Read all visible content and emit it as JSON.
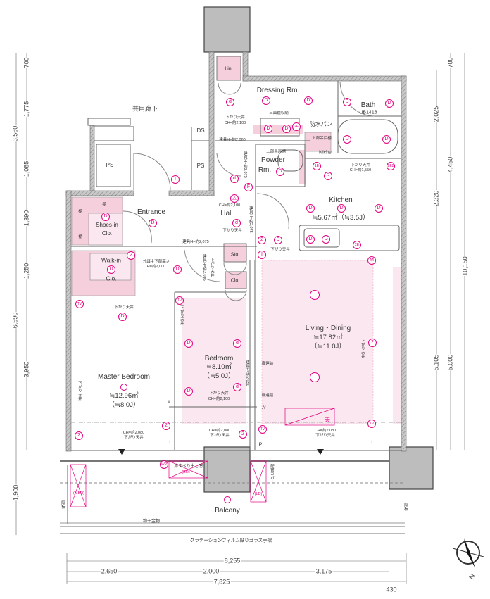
{
  "title": "Floor plan",
  "rooms": {
    "corridor": "共用廊下",
    "ds": "DS",
    "ps": "PS",
    "linen": "Lin.",
    "dressing": "Dressing Rm.",
    "bath": "Bath",
    "bath_unit": "UB1418",
    "niche": "Niche",
    "powder_1": "Powder",
    "powder_2": "Rm.",
    "kitchen": "Kitchen",
    "kitchen_area": "≒5.67㎡（≒3.5J）",
    "entrance": "Entrance",
    "hall": "Hall",
    "shoes_1": "Shoes-in",
    "shoes_2": "Clo.",
    "walkin_1": "Walk-in",
    "walkin_2": "Clo.",
    "storage": "Sto.",
    "closet": "Clo.",
    "living": "Living・Dining",
    "living_area": "≒17.82㎡",
    "living_j": "（≒11.0J）",
    "bedroom": "Bedroom",
    "bedroom_area": "≒8.10㎡",
    "bedroom_j": "（≒5.0J）",
    "master": "Master Bedroom",
    "master_area": "≒12.96㎡",
    "master_j": "（≒8.0J）",
    "balcony": "Balcony",
    "shelf": "棚",
    "pipe_space": "P"
  },
  "notes": {
    "lowered_ceiling": "下がり天井",
    "ch_2100": "CH=約2,100",
    "ch_1550": "CH=約1,550",
    "ch_2080": "CH=約2,080",
    "door_h_2060": "建具H=約2,060",
    "door_h_2075": "建具H=約2,075",
    "door_h_2075_v": "建具H=約2,075",
    "door_h_2050_v": "建具H=約2,050",
    "mirror_storage": "三面鏡収納",
    "waterproof_pan": "防水パン",
    "upper_cabinet": "上部吊戸棚",
    "partition_height_1": "分譲主下部高さ",
    "partition_height_2": "H=約2,000",
    "door_link": "扉連結",
    "sliding_window": "扉すべり出し窓",
    "br": "(BR)",
    "mbr": "(MBR)",
    "ld": "(LD)",
    "pipe_cover": "配管カバー",
    "divider": "隔板",
    "laundry": "物干金物",
    "railing": "グラデーションフィルム貼りガラス手摺",
    "ceiling_unit": "天",
    "section_a": "A",
    "section_a2": "A'",
    "compass_n": "N"
  },
  "symbols": {
    "D": "D",
    "d": "d",
    "two": "2",
    "TV": "TV",
    "M": "M",
    "R": "R",
    "F": "F",
    "I": "I",
    "E1": "1E",
    "E2": "2E",
    "E2f": "2E",
    "E2E": "2E2",
    "WP": "WP",
    "tri": "△",
    "circle": ""
  },
  "dimensions": {
    "left": {
      "d700": "700",
      "d1775": "1,775",
      "d1085": "1,085",
      "d1390": "1,390",
      "d1250": "1,250",
      "d3950": "3,950",
      "d3560": "3,560",
      "d6590": "6,590",
      "d1900": "1,900"
    },
    "right": {
      "d700": "700",
      "d2025": "2,025",
      "d2320": "2,320",
      "d5105": "5,105",
      "d4450": "4,450",
      "d5000": "5,000",
      "d10150": "10,150"
    },
    "bottom": {
      "d8255": "8,255",
      "d2650": "2,650",
      "d2000": "2,000",
      "d3175": "3,175",
      "d7825": "7,825",
      "d430": "430"
    }
  },
  "colors": {
    "accent": "#e4007f",
    "pink_fill": "#f8d5e2",
    "light_pink": "#fbe7ef",
    "wall": "#9a9a9a",
    "column": "#bdbdbd"
  }
}
